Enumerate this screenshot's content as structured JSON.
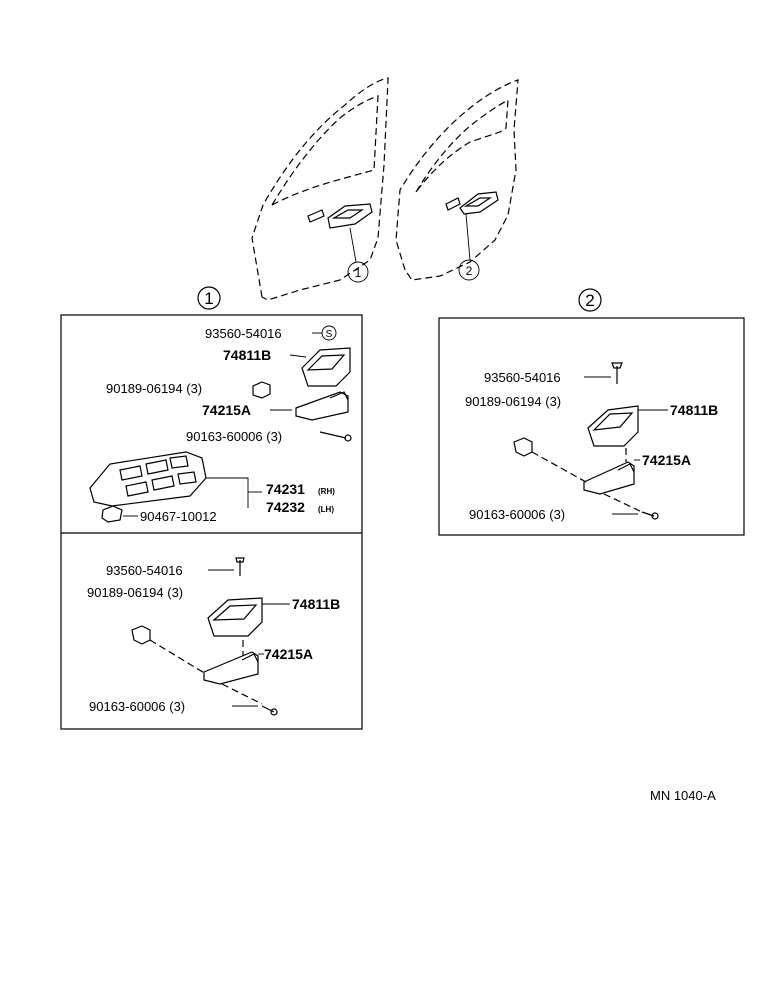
{
  "callouts": {
    "one": "1",
    "two": "2",
    "s_mark": "S"
  },
  "panel_1_upper": {
    "screw": "93560-54016",
    "switch": "74811B",
    "nut": "90189-06194 (3)",
    "bracket": "74215A",
    "bolt": "90163-60006 (3)",
    "base_rh": "74231",
    "base_rh_sub": "(RH)",
    "base_lh": "74232",
    "base_lh_sub": "(LH)",
    "clip": "90467-10012"
  },
  "panel_1_lower": {
    "screw": "93560-54016",
    "nut": "90189-06194 (3)",
    "switch": "74811B",
    "bracket": "74215A",
    "bolt": "90163-60006 (3)"
  },
  "panel_2": {
    "screw": "93560-54016",
    "nut": "90189-06194 (3)",
    "switch": "74811B",
    "bracket": "74215A",
    "bolt": "90163-60006 (3)"
  },
  "footer": {
    "ref": "MN 1040-A"
  }
}
